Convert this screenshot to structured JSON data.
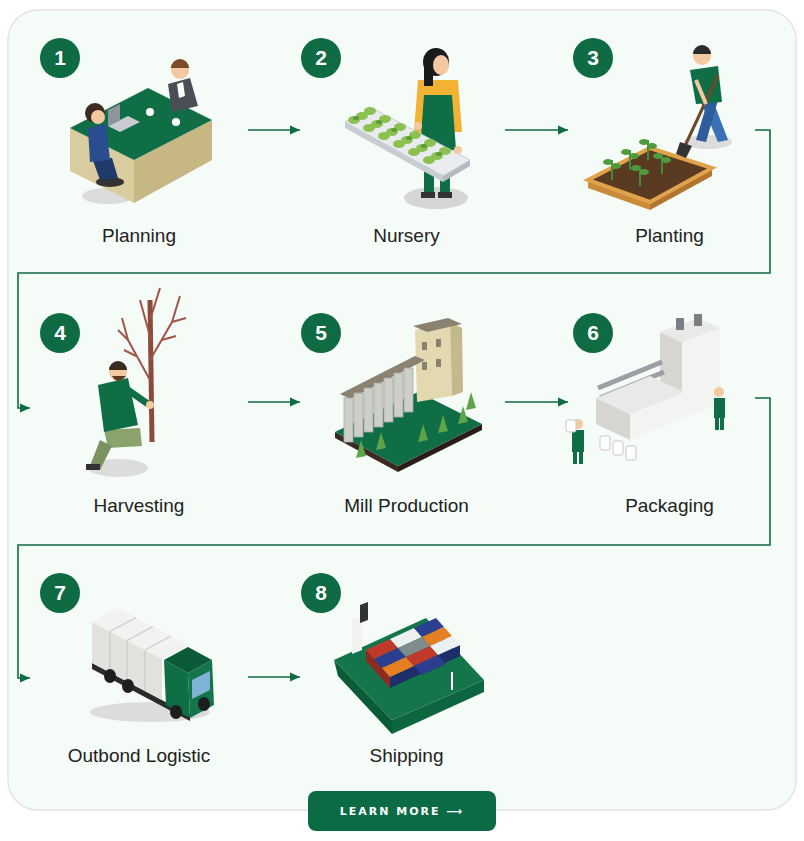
{
  "diagram": {
    "nodes": [
      {
        "text": [
          "1",
          "Planning"
        ]
      },
      {
        "text": [
          "2",
          "Nursery"
        ]
      },
      {
        "text": [
          "3",
          "Planting"
        ]
      },
      {
        "text": [
          "4",
          "Harvesting"
        ]
      },
      {
        "text": [
          "5",
          "Mill Production"
        ]
      },
      {
        "text": [
          "6",
          "Packaging"
        ]
      },
      {
        "text": [
          "7",
          "Outbond Logistic"
        ]
      },
      {
        "text": [
          "8",
          "Shipping"
        ]
      },
      {
        "text": [
          "LEARN MORE ⟶"
        ]
      }
    ],
    "edges": [
      {
        "from": 0,
        "to": 1,
        "arrow": "to"
      },
      {
        "from": 1,
        "to": 2,
        "arrow": "to"
      },
      {
        "from": 2,
        "to": 3,
        "arrow": "to"
      },
      {
        "from": 3,
        "to": 4,
        "arrow": "to"
      },
      {
        "from": 4,
        "to": 5,
        "arrow": "to"
      },
      {
        "from": 5,
        "to": 6,
        "arrow": "to"
      },
      {
        "from": 6,
        "to": 7,
        "arrow": "to"
      }
    ]
  }
}
